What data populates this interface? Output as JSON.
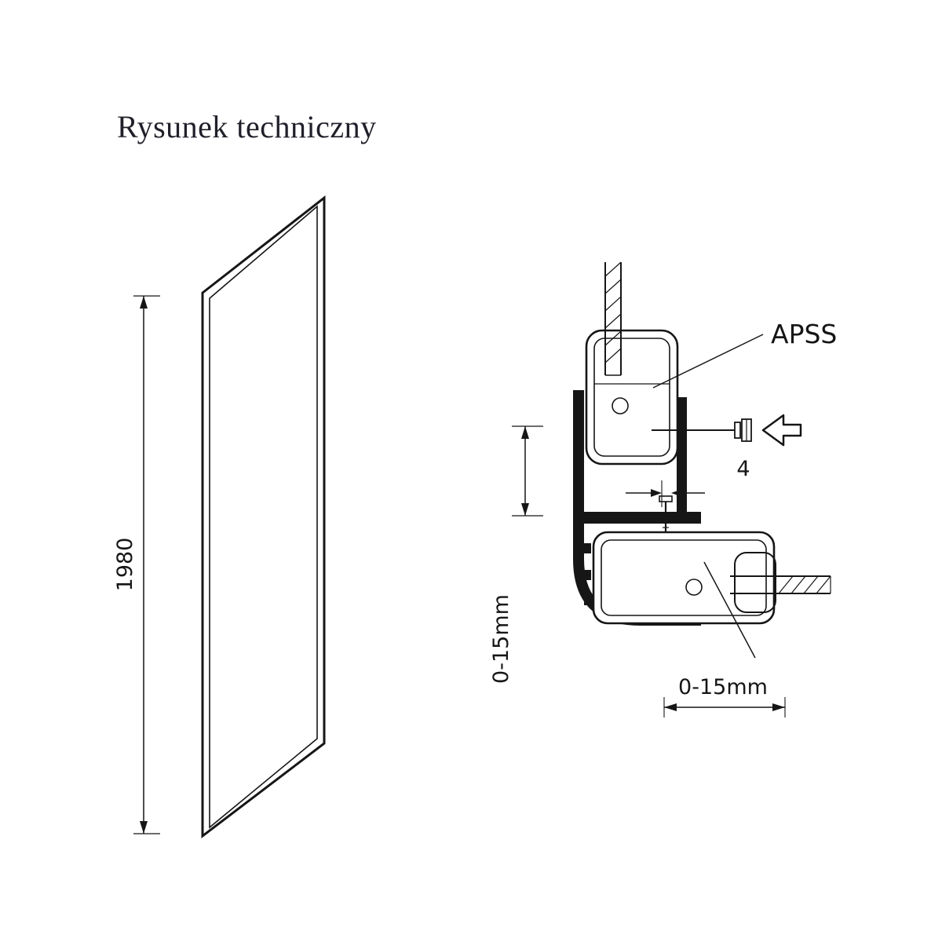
{
  "title": "Rysunek techniczny",
  "diagram": {
    "panel_dimension_label": "1980",
    "profile_label": "APSS",
    "screw_dimension_label": "4",
    "vertical_gap_label": "0-15mm",
    "horizontal_gap_label": "0-15mm",
    "colors": {
      "line": "#161616",
      "title": "#20202a",
      "background": "#ffffff"
    }
  }
}
